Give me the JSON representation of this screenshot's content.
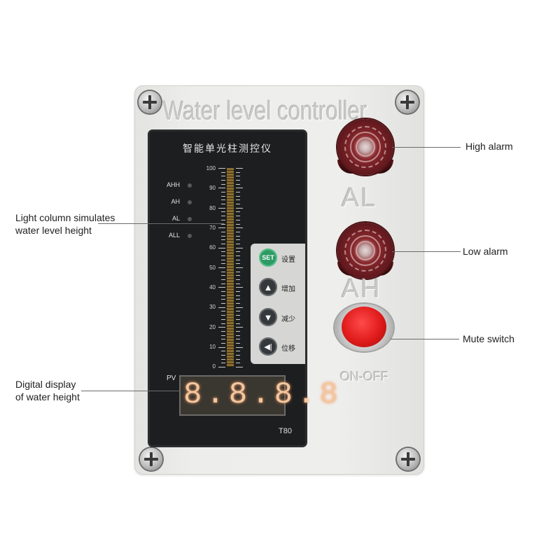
{
  "device": {
    "title": "Water level controller",
    "panel_title": "智能单光柱测控仪",
    "model": "T80",
    "pv_label": "PV",
    "display_value": "8.8.8.8",
    "scale": [
      "100",
      "90",
      "80",
      "70",
      "60",
      "50",
      "40",
      "30",
      "20",
      "10",
      "0"
    ],
    "indicators": [
      "AHH",
      "AH",
      "AL",
      "ALL"
    ],
    "keys": [
      {
        "glyph": "SET",
        "label": "设置"
      },
      {
        "glyph": "▲",
        "label": "增加"
      },
      {
        "glyph": "▼",
        "label": "减少"
      },
      {
        "glyph": "◀|",
        "label": "位移"
      }
    ],
    "alarm_plate_1": "AL",
    "alarm_plate_2": "AH",
    "switch_plate": "ON-OFF"
  },
  "callouts": {
    "high_alarm": "High alarm",
    "light_column_1": "Light column simulates",
    "light_column_2": "water level height",
    "low_alarm": "Low alarm",
    "mute_switch": "Mute switch",
    "digital_display_1": "Digital display",
    "digital_display_2": "of water height"
  },
  "colors": {
    "panel": "#1d1e20",
    "alarm": "#7a1f24",
    "mute_button": "#e01b1b",
    "set_key": "#2e9a64"
  }
}
